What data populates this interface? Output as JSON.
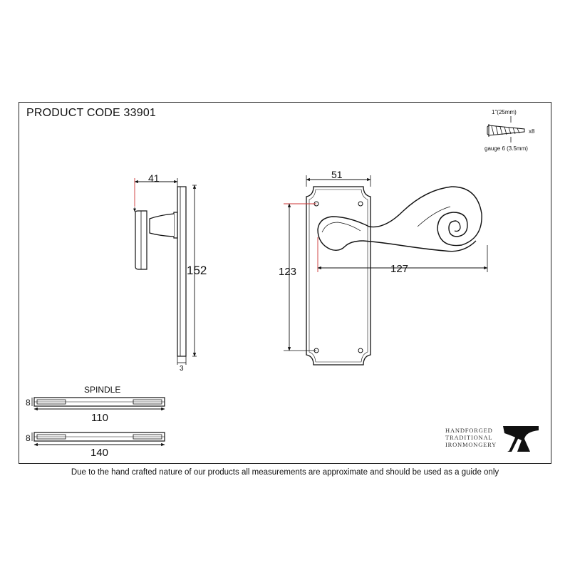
{
  "header": {
    "product_code": "PRODUCT CODE 33901"
  },
  "screw": {
    "length": "1\"(25mm)",
    "qty": "x8",
    "gauge": "gauge 6 (3.5mm)"
  },
  "side_view": {
    "depth": "41",
    "height": "152",
    "plate_thickness": "3"
  },
  "front_view": {
    "plate_width": "51",
    "lever_length": "127",
    "fixing_centres": "123"
  },
  "spindle": {
    "title": "SPINDLE",
    "size": "8",
    "short_length": "110",
    "long_length": "140"
  },
  "brand": {
    "line1": "HANDFORGED",
    "line2": "TRADITIONAL",
    "line3": "IRONMONGERY",
    "logo": "anvil-logo"
  },
  "footer": {
    "disclaimer": "Due to the hand crafted nature of our products all measurements are approximate and should be used as a guide only"
  }
}
